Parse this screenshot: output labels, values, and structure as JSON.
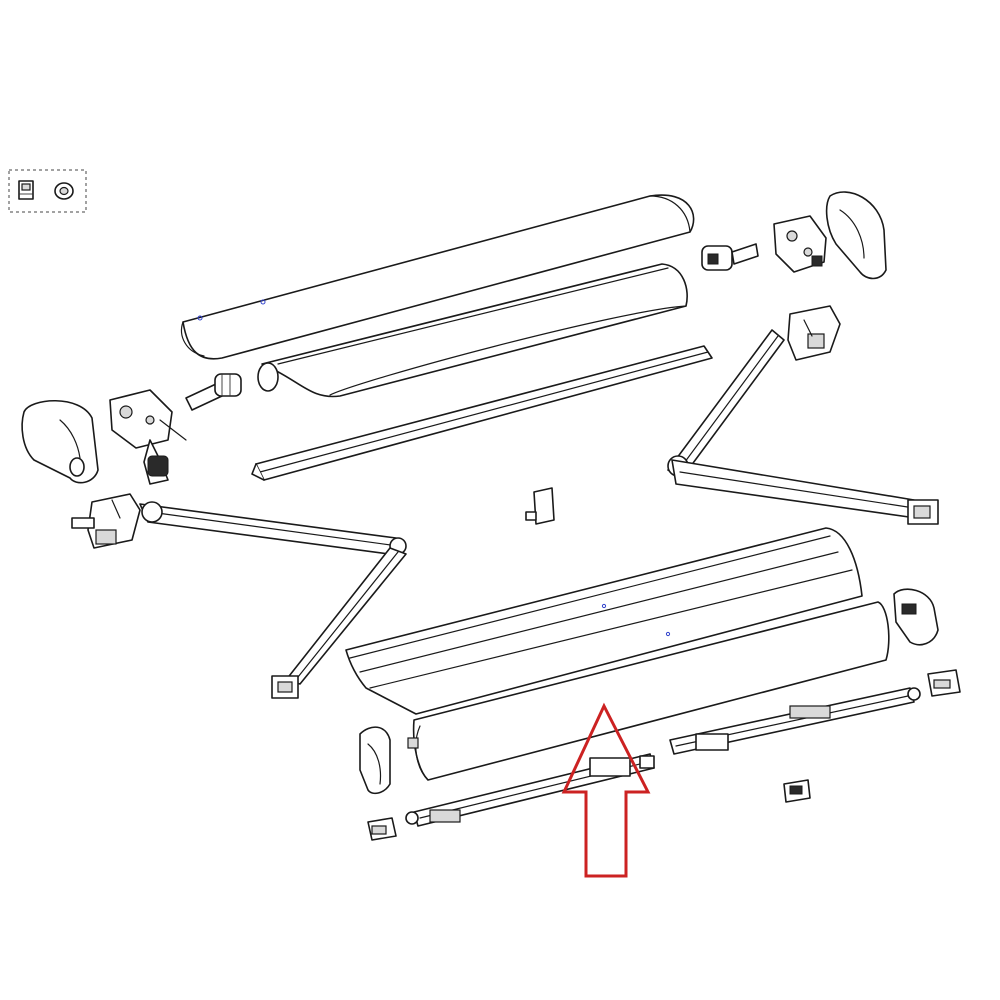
{
  "diagram": {
    "type": "exploded-parts-view",
    "line_color": "#1a1a1a",
    "background": "#ffffff",
    "highlight_arrow_color": "#cc2222",
    "parts": [
      "inset-fixings",
      "top-cover-profile",
      "fabric-roller-tube",
      "left-end-cap",
      "left-gear-mechanism",
      "left-drive-adapter",
      "right-drive-adapter",
      "right-gear-mechanism",
      "right-end-cap",
      "rail-profile",
      "left-wall-bracket",
      "left-folding-arm",
      "right-folding-arm",
      "right-wall-bracket",
      "center-clip",
      "front-profile",
      "front-bar",
      "left-front-endcap",
      "right-front-endcap",
      "left-support-leg",
      "right-support-leg",
      "left-leg-foot",
      "right-leg-foot",
      "center-leg-clip"
    ],
    "highlight": "up-arrow"
  }
}
